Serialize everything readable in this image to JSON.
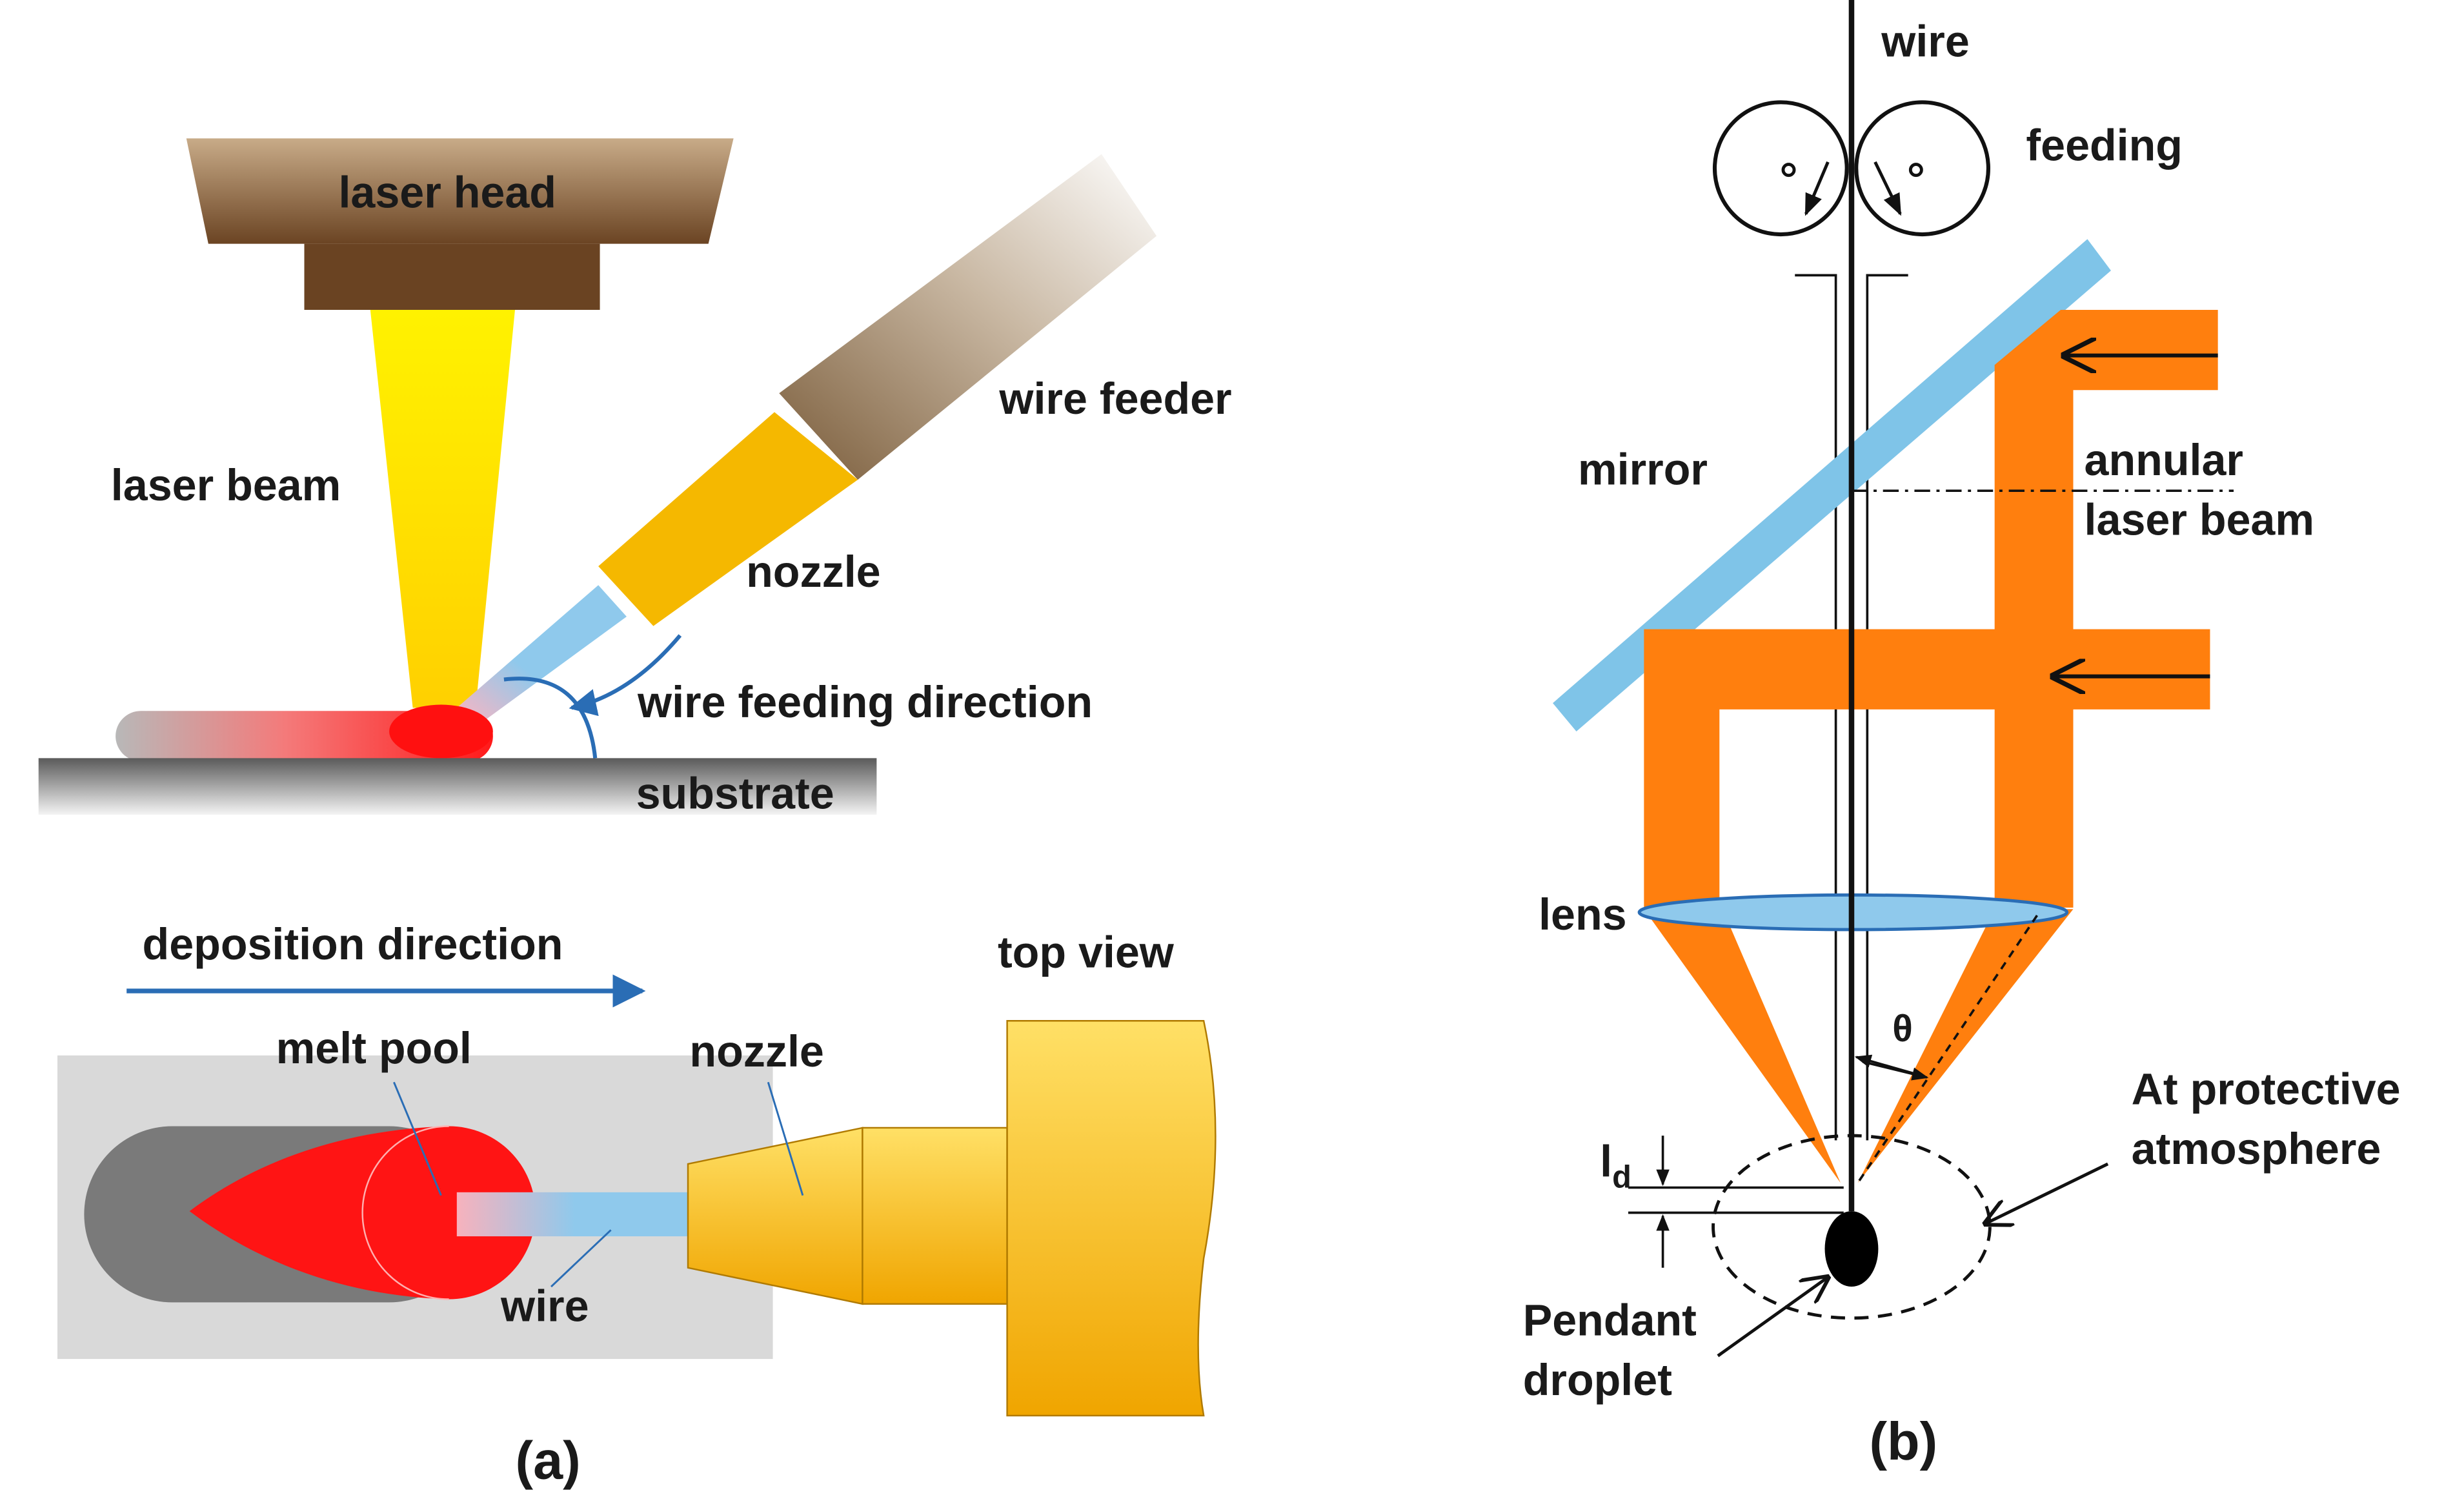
{
  "panel_a": {
    "side_view": {
      "laser_head": "laser head",
      "laser_beam": "laser beam",
      "wire_feeder": "wire feeder",
      "nozzle": "nozzle",
      "wire_feeding_direction": "wire feeding direction",
      "substrate": "substrate"
    },
    "top_view": {
      "deposition_direction": "deposition direction",
      "top_view": "top view",
      "melt_pool": "melt pool",
      "nozzle": "nozzle",
      "wire": "wire"
    },
    "caption": "(a)"
  },
  "panel_b": {
    "wire": "wire",
    "feeding": "feeding",
    "mirror": "mirror",
    "annular_line1": "annular",
    "annular_line2": "laser beam",
    "lens": "lens",
    "theta": "θ",
    "ld_main": "l",
    "ld_sub": "d",
    "protective_line1": "At protective",
    "protective_line2": "atmosphere",
    "pendant_line1": "Pendant",
    "pendant_line2": "droplet",
    "caption": "(b)"
  },
  "colors": {
    "laser_yellow": "#ffe600",
    "orange_beam": "#ff7f0e",
    "mirror_blue": "#7fc4e8",
    "arrow_blue": "#2a6db5",
    "nozzle_gold": "#f5b800",
    "melt_red": "#ff1a1a"
  }
}
